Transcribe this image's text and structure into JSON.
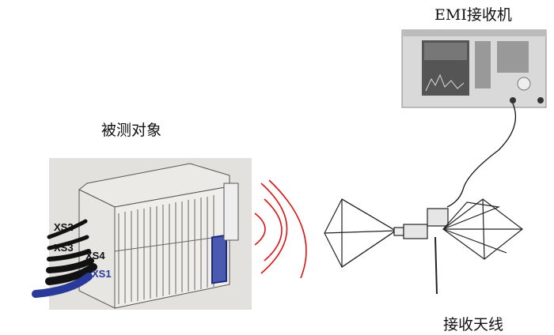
{
  "labels": {
    "device_under_test": "被测对象",
    "emi_receiver": "EMI接收机",
    "receiving_antenna": "接收天线"
  },
  "connectors": [
    "XS2",
    "XS3",
    "XS4",
    "XS1"
  ],
  "colors": {
    "emission_waves": "#e01010",
    "highlight_cable": "#2a3a9a",
    "photo_background": "#e3e1dd"
  }
}
